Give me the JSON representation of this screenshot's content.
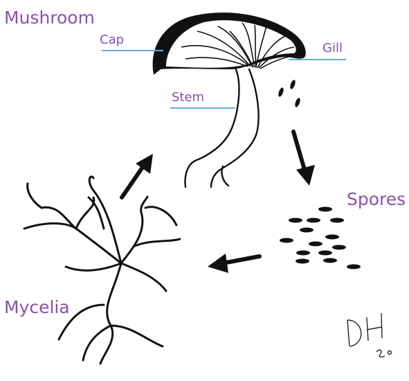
{
  "labels": {
    "mushroom": "Mushroom",
    "cap": "Cap",
    "gill": "Gill",
    "stem": "Stem",
    "spores": "Spores",
    "mycelia": "Mycelia"
  },
  "signature": "DH 20",
  "colors": {
    "label_text": "#8a4fb0",
    "leader_line": "#5ab0e0",
    "ink": "#111111"
  }
}
